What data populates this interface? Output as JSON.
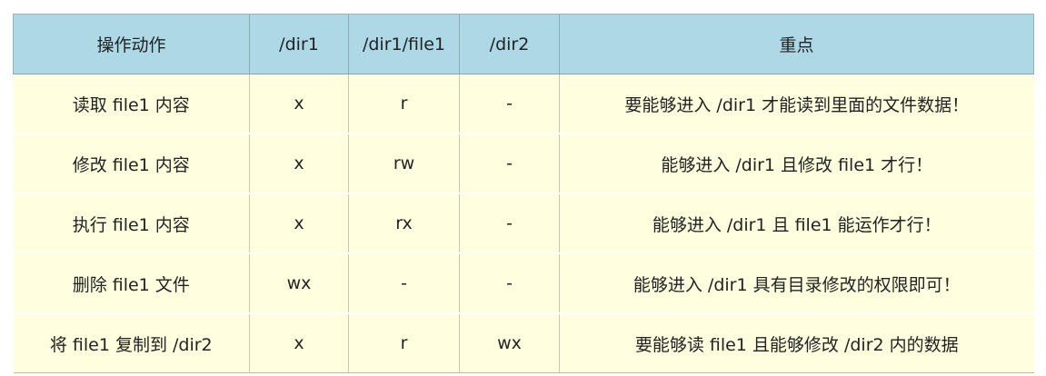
{
  "table": {
    "headers": [
      "操作动作",
      "/dir1",
      "/dir1/file1",
      "/dir2",
      "重点"
    ],
    "rows": [
      [
        "读取  file1  内容",
        "x",
        "r",
        "-",
        "要能够进入  /dir1  才能读到里面的文件数据！"
      ],
      [
        "修改  file1  内容",
        "x",
        "rw",
        "-",
        "能够进入  /dir1  且修改  file1  才行！"
      ],
      [
        "执行  file1  内容",
        "x",
        "rx",
        "-",
        "能够进入  /dir1  且  file1  能运作才行！"
      ],
      [
        "删除  file1  文件",
        "wx",
        "-",
        "-",
        "能够进入  /dir1  具有目录修改的权限即可！"
      ],
      [
        "将  file1  复制到  /dir2",
        "x",
        "r",
        "wx",
        "要能够读  file1  且能够修改  /dir2  内的数据"
      ]
    ]
  },
  "colors": {
    "header_bg": "#add8e6",
    "row_bg": "#ffffe0"
  }
}
